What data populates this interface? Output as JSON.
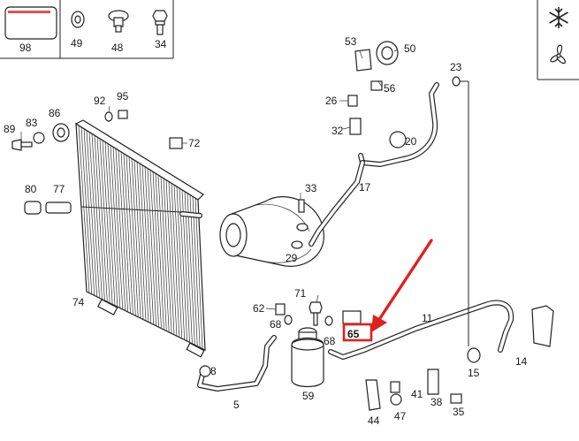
{
  "legend_boxes": [
    {
      "id": "98",
      "label": "98"
    },
    {
      "id": "49",
      "label": "49"
    },
    {
      "id": "48",
      "label": "48"
    },
    {
      "id": "34",
      "label": "34"
    }
  ],
  "callouts": [
    "53",
    "50",
    "56",
    "23",
    "92",
    "95",
    "26",
    "89",
    "83",
    "86",
    "72",
    "32",
    "20",
    "17",
    "80",
    "77",
    "33",
    "29",
    "74",
    "71",
    "62",
    "68",
    "68",
    "65",
    "11",
    "8",
    "59",
    "5",
    "41",
    "38",
    "35",
    "44",
    "47",
    "15",
    "14"
  ],
  "highlighted_part": "65",
  "symbols": [
    "snowflake-icon",
    "fan-icon"
  ],
  "colors": {
    "highlight": "#e0201c",
    "ink": "#222222"
  }
}
